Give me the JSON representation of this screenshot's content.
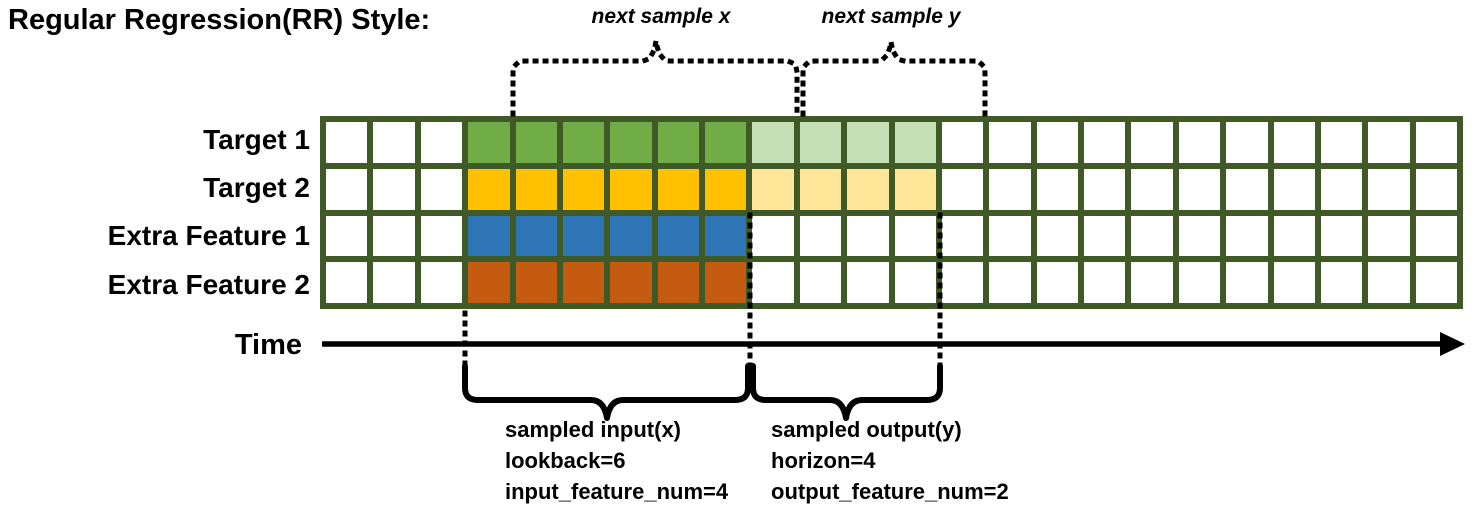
{
  "title": "Regular Regression(RR) Style:",
  "annotations": {
    "next_sample_x": "next sample x",
    "next_sample_y": "next sample y"
  },
  "time_label": "Time",
  "palette": {
    "border": "#3F5A26",
    "w": "#FFFFFF",
    "g": "#70AD47",
    "lg": "#C5E0B4",
    "y": "#FFC000",
    "ly": "#FFE699",
    "b": "#2E75B6",
    "o": "#C55A11",
    "line": "#000000"
  },
  "grid": {
    "columns": 24,
    "lookback_columns": 6,
    "horizon_columns": 4,
    "rows": [
      {
        "label": "Target 1",
        "cells": [
          "w",
          "w",
          "w",
          "g",
          "g",
          "g",
          "g",
          "g",
          "g",
          "lg",
          "lg",
          "lg",
          "lg",
          "w",
          "w",
          "w",
          "w",
          "w",
          "w",
          "w",
          "w",
          "w",
          "w",
          "w"
        ]
      },
      {
        "label": "Target 2",
        "cells": [
          "w",
          "w",
          "w",
          "y",
          "y",
          "y",
          "y",
          "y",
          "y",
          "ly",
          "ly",
          "ly",
          "ly",
          "w",
          "w",
          "w",
          "w",
          "w",
          "w",
          "w",
          "w",
          "w",
          "w",
          "w"
        ]
      },
      {
        "label": "Extra Feature 1",
        "cells": [
          "w",
          "w",
          "w",
          "b",
          "b",
          "b",
          "b",
          "b",
          "b",
          "w",
          "w",
          "w",
          "w",
          "w",
          "w",
          "w",
          "w",
          "w",
          "w",
          "w",
          "w",
          "w",
          "w",
          "w"
        ]
      },
      {
        "label": "Extra Feature 2",
        "cells": [
          "w",
          "w",
          "w",
          "o",
          "o",
          "o",
          "o",
          "o",
          "o",
          "w",
          "w",
          "w",
          "w",
          "w",
          "w",
          "w",
          "w",
          "w",
          "w",
          "w",
          "w",
          "w",
          "w",
          "w"
        ]
      }
    ]
  },
  "samples": {
    "input": {
      "lines": [
        "sampled input(x)",
        "lookback=6",
        "input_feature_num=4"
      ]
    },
    "output": {
      "lines": [
        "sampled output(y)",
        "horizon=4",
        "output_feature_num=2"
      ]
    }
  }
}
